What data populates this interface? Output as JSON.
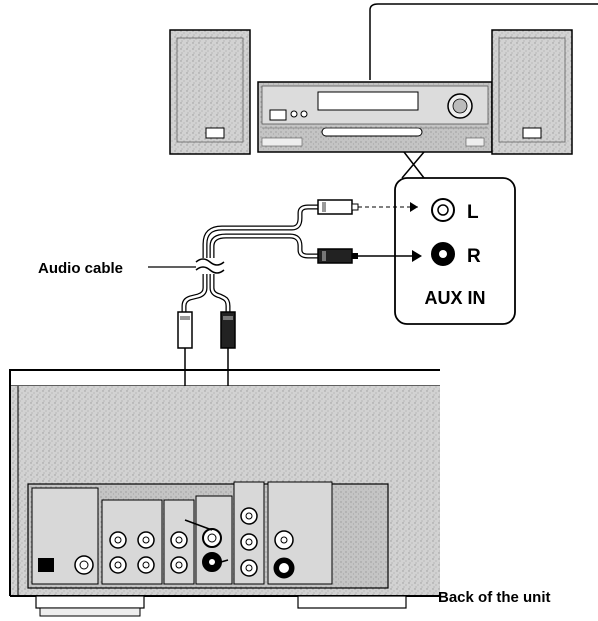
{
  "labels": {
    "audio_cable": "Audio cable",
    "terminal_left": "L",
    "terminal_right": "R",
    "aux_in": "AUX IN",
    "back_of_unit": "Back of the unit"
  },
  "icons": {
    "stereo_system": "mini-component-stereo-icon",
    "left_speaker": "speaker-icon",
    "right_speaker": "speaker-icon",
    "unit_back_panel": "rear-panel-icon"
  },
  "colors": {
    "line": "#000000",
    "panel_fill": "#cfcfcf",
    "device_fill": "#bdbdbd"
  }
}
